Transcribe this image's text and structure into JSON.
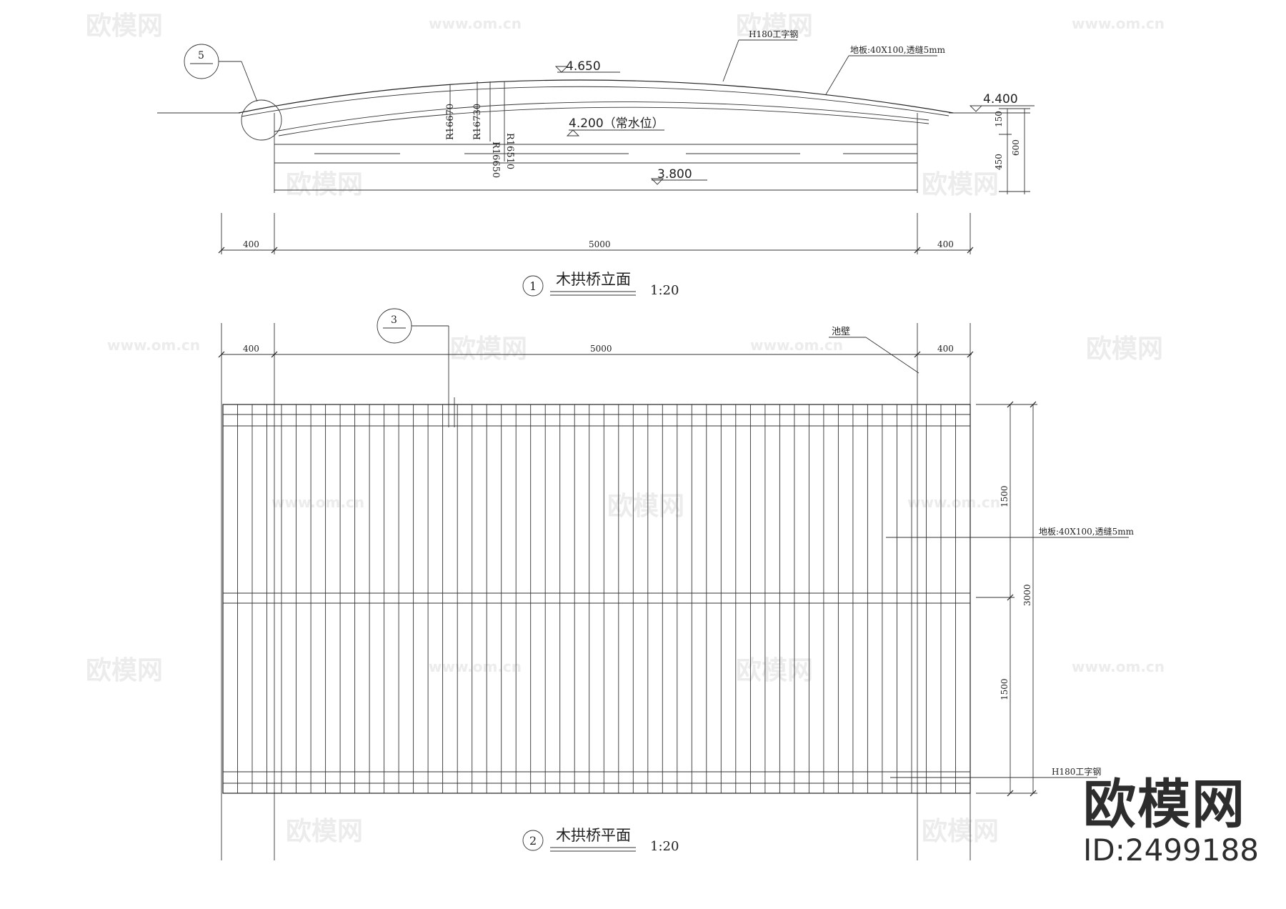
{
  "elevation": {
    "top_level": "4.650",
    "right_level": "4.400",
    "water_level": "4.200（常水位）",
    "bottom_level": "3.800",
    "callout_number": "5",
    "steel_note": "H180工字钢",
    "plank_note": "地板:40X100,透缝5mm",
    "radii": [
      "R16670",
      "R16730",
      "R16650",
      "R16510"
    ],
    "side_dims": [
      "150",
      "450",
      "600"
    ],
    "bottom_dims": [
      "400",
      "5000",
      "400"
    ],
    "title_number": "1",
    "title": "木拱桥立面",
    "scale": "1:20"
  },
  "plan": {
    "callout_number": "3",
    "wall_note": "池壁",
    "top_dims": [
      "400",
      "5000",
      "400"
    ],
    "side_dims": [
      "1500",
      "1500",
      "3000"
    ],
    "plank_note": "地板:40X100,透缝5mm",
    "steel_note": "H180工字钢",
    "plank_count": 50,
    "title_number": "2",
    "title": "木拱桥平面",
    "scale": "1:20"
  },
  "watermark": {
    "brand": "欧模网",
    "site": "www.om.cn",
    "id": "ID:2499188"
  }
}
